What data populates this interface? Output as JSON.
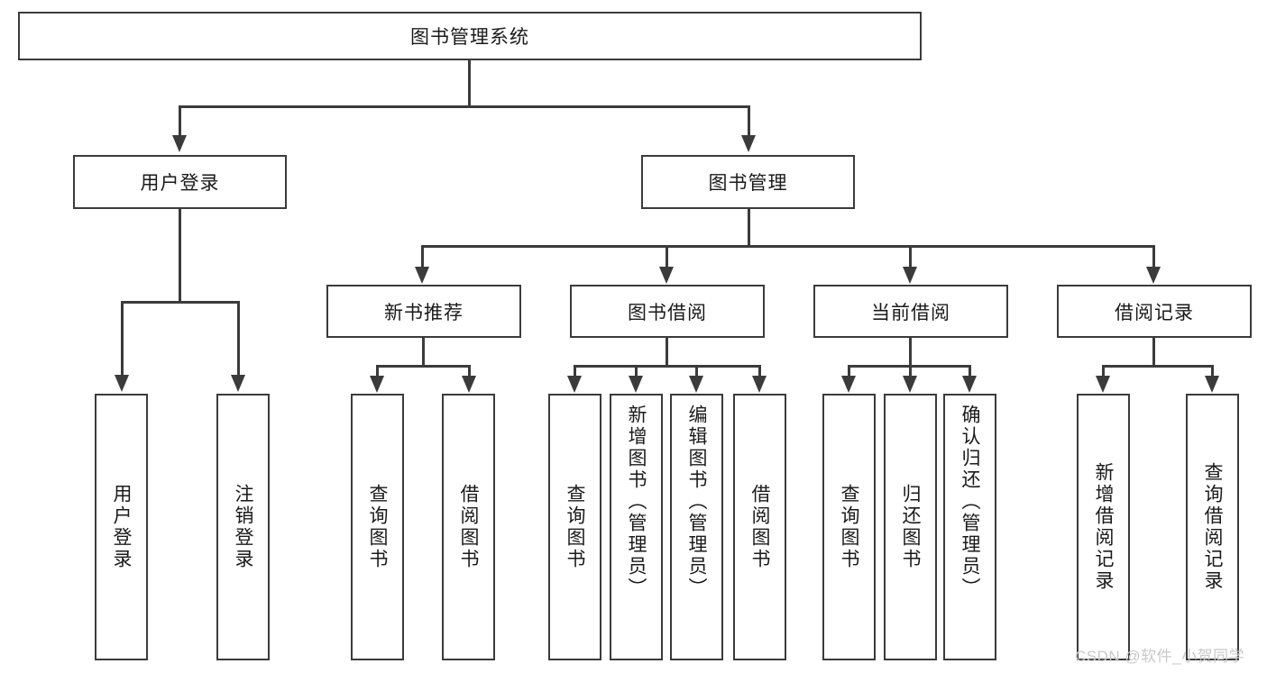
{
  "diagram": {
    "title_node": {
      "label": "图书管理系统"
    },
    "level1": [
      {
        "id": "user-login",
        "label": "用户登录"
      },
      {
        "id": "book-management",
        "label": "图书管理"
      }
    ],
    "level2": [
      {
        "id": "new-book-recommend",
        "label": "新书推荐"
      },
      {
        "id": "book-borrow",
        "label": "图书借阅"
      },
      {
        "id": "current-borrow",
        "label": "当前借阅"
      },
      {
        "id": "borrow-record",
        "label": "借阅记录"
      }
    ],
    "leaves": {
      "user_login": [
        {
          "id": "leaf-user-login",
          "label": "用户登录"
        },
        {
          "id": "leaf-logout",
          "label": "注销登录"
        }
      ],
      "new_book_recommend": [
        {
          "id": "leaf-query-book-1",
          "label": "查询图书"
        },
        {
          "id": "leaf-borrow-book-1",
          "label": "借阅图书"
        }
      ],
      "book_borrow": [
        {
          "id": "leaf-query-book-2",
          "label": "查询图书"
        },
        {
          "id": "leaf-add-book",
          "label": "新增图书（管理员）"
        },
        {
          "id": "leaf-edit-book",
          "label": "编辑图书（管理员）"
        },
        {
          "id": "leaf-borrow-book-2",
          "label": "借阅图书"
        }
      ],
      "current_borrow": [
        {
          "id": "leaf-query-book-3",
          "label": "查询图书"
        },
        {
          "id": "leaf-return-book",
          "label": "归还图书"
        },
        {
          "id": "leaf-confirm-return",
          "label": "确认归还（管理员）"
        }
      ],
      "borrow_record": [
        {
          "id": "leaf-add-record",
          "label": "新增借阅记录"
        },
        {
          "id": "leaf-query-record",
          "label": "查询借阅记录"
        }
      ]
    }
  },
  "watermark": {
    "text": "CSDN @软件_小贺同学"
  },
  "colors": {
    "stroke": "#3b3b3b",
    "background": "#ffffff",
    "text": "#1a1a1a",
    "watermark": "#c9c9c9"
  }
}
